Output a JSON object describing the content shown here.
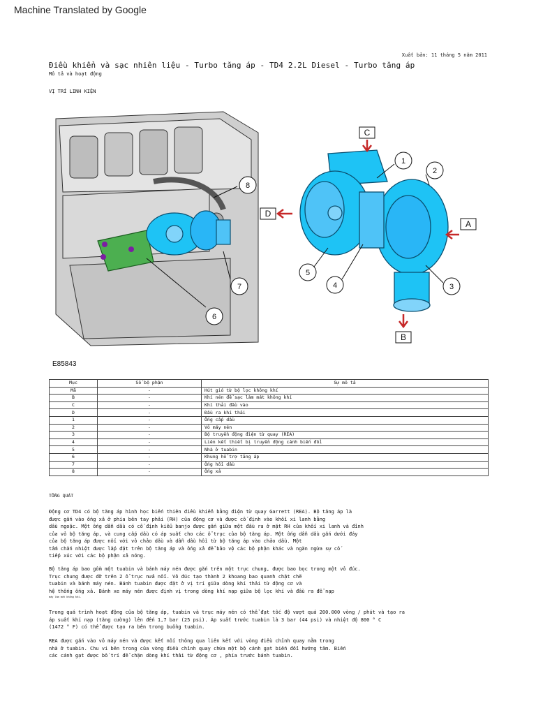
{
  "header": {
    "title": "Machine Translated by Google"
  },
  "doc": {
    "published": "Xuất bản: 11 tháng 5 năm 2011",
    "title": "Điều khiển và sạc nhiên liệu - Turbo tăng áp - TD4 2.2L Diesel - Turbo tăng áp",
    "subtitle": "Mô tả và hoạt động",
    "section": "VỊ TRÍ LINH KIỆN",
    "figure_id": "E85843"
  },
  "figure": {
    "callouts": [
      "1",
      "2",
      "3",
      "4",
      "5",
      "6",
      "7",
      "8"
    ],
    "letters": [
      "A",
      "B",
      "C",
      "D"
    ]
  },
  "table": {
    "headers": [
      "Mục",
      "Số bộ phận",
      "Sự mô tả"
    ],
    "rows": [
      {
        "item": "Mã",
        "part": "-",
        "desc": "Hút gió từ bộ lọc không khí"
      },
      {
        "item": "B",
        "part": "-",
        "desc": "Khí nén để sạc làm mát không khí"
      },
      {
        "item": "C",
        "part": "-",
        "desc": "Khí thải đầu vào"
      },
      {
        "item": "D",
        "part": "-",
        "desc": "Đầu ra khí thải"
      },
      {
        "item": "1",
        "part": "-",
        "desc": "Ống cấp dầu"
      },
      {
        "item": "2",
        "part": "-",
        "desc": "Vỏ máy nén"
      },
      {
        "item": "3",
        "part": "-",
        "desc": "Bộ truyền động điện từ quay (REA)"
      },
      {
        "item": "4",
        "part": "-",
        "desc": "Liên kết thiết bị truyền động cánh biến đổi"
      },
      {
        "item": "5",
        "part": "-",
        "desc": "Nhà ở tuabin"
      },
      {
        "item": "6",
        "part": "-",
        "desc": "Khung hỗ trợ tăng áp"
      },
      {
        "item": "7",
        "part": "-",
        "desc": "Ống hồi dầu"
      },
      {
        "item": "8",
        "part": "-",
        "desc": "Ống xả"
      }
    ]
  },
  "overview": {
    "heading": "TỔNG QUÁT",
    "p1": [
      "Động cơ TD4 có bộ tăng áp hình học biến thiên điều khiển bằng điện từ quay Garrett (REA). Bộ tăng áp là",
      "được gắn vào ống xả ở phía bên tay phải (RH) của động cơ và được cố định vào khối xi lanh bằng",
      "dầu ngoặc. Một ống dẫn dầu có cố định kiểu banjo được gắn giữa một đầu ra ở mặt RH của khối xi lanh và đỉnh",
      "của vỏ bộ tăng áp, và cung cấp dầu có áp suất cho các ổ trục của bộ tăng áp. Một ống dẫn dầu gắn dưới đáy",
      "của bộ tăng áp được nối với vỏ chảo dầu và dẫn dầu hồi từ bộ tăng áp vào chảo dầu. Một",
      "tấm chắn nhiệt được lắp đặt trên bộ tăng áp và ống xả để bảo vệ các bộ phận khác và ngăn ngừa sự cố",
      "tiếp xúc với các bộ phận xả nóng."
    ],
    "p2": [
      "Bộ tăng áp bao gồm một tuabin và bánh máy nén được gắn trên một trục chung, được bao bọc trong một vỏ đúc.",
      "Trục chung được đỡ trên 2 ổ trục nửa nổi. Vỏ đúc tạo thành 2 khoang bao quanh chặt chẽ",
      "tuabin và bánh máy nén. Bánh tuabin được đặt ở vị trí giữa dòng khí thải từ động cơ và",
      "hệ thống ống xả. Bánh xe máy nén được định vị trong dòng khí nạp giữa bộ lọc khí và đầu ra để nạp"
    ],
    "p2_tiny": "máy làm mát không khí.",
    "p3": [
      "Trong quá trình hoạt động của bộ tăng áp, tuabin và trục máy nén có thể đạt tốc độ vượt quá 200.000 vòng / phút và tạo ra",
      "áp suất khí nạp (tăng cường) lên đến 1,7 bar (25 psi). Áp suất trước tuabin là 3 bar (44 psi) và nhiệt độ 800 ° C",
      "(1472 ° F) có thể được tạo ra bên trong buồng tuabin."
    ],
    "p4": [
      "REA được gắn vào vỏ máy nén và được kết nối thông qua liên kết với vòng điều chỉnh quay nằm trong",
      "nhà ở tuabin. Chu vi bên trong của vòng điều chỉnh quay chứa một bộ cánh gạt biến đổi hướng tâm. Biến",
      "các cánh gạt được bố trí để chặn dòng khí thải từ động cơ , phía trước bánh tuabin."
    ]
  }
}
